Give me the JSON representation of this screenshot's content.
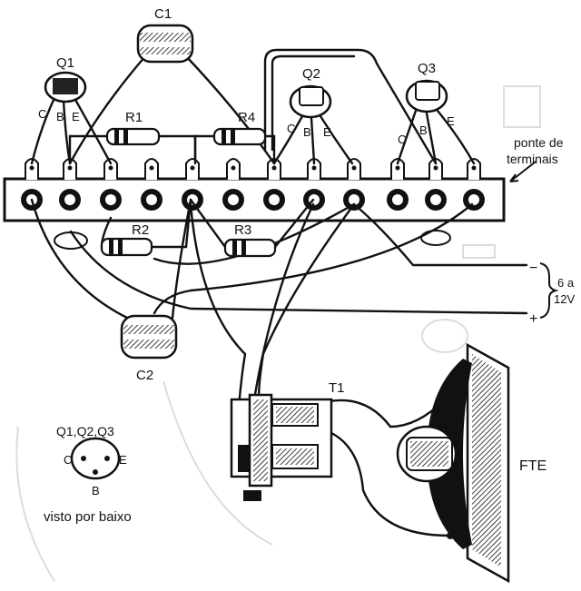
{
  "labels": {
    "c1": "C1",
    "c2": "C2",
    "q1": "Q1",
    "q2": "Q2",
    "q3": "Q3",
    "r1": "R1",
    "r2": "R2",
    "r3": "R3",
    "r4": "R4",
    "t1": "T1",
    "fte": "FTE",
    "pin_c": "C",
    "pin_b": "B",
    "pin_e": "E",
    "ponte_line1": "ponte de",
    "ponte_line2": "terminais",
    "voltage_line1": "6 a",
    "voltage_line2": "12V",
    "minus": "−",
    "plus": "+",
    "pinout_title": "Q1,Q2,Q3",
    "pinout_c": "C",
    "pinout_e": "E",
    "pinout_b": "B",
    "pinout_caption": "visto por baixo"
  }
}
